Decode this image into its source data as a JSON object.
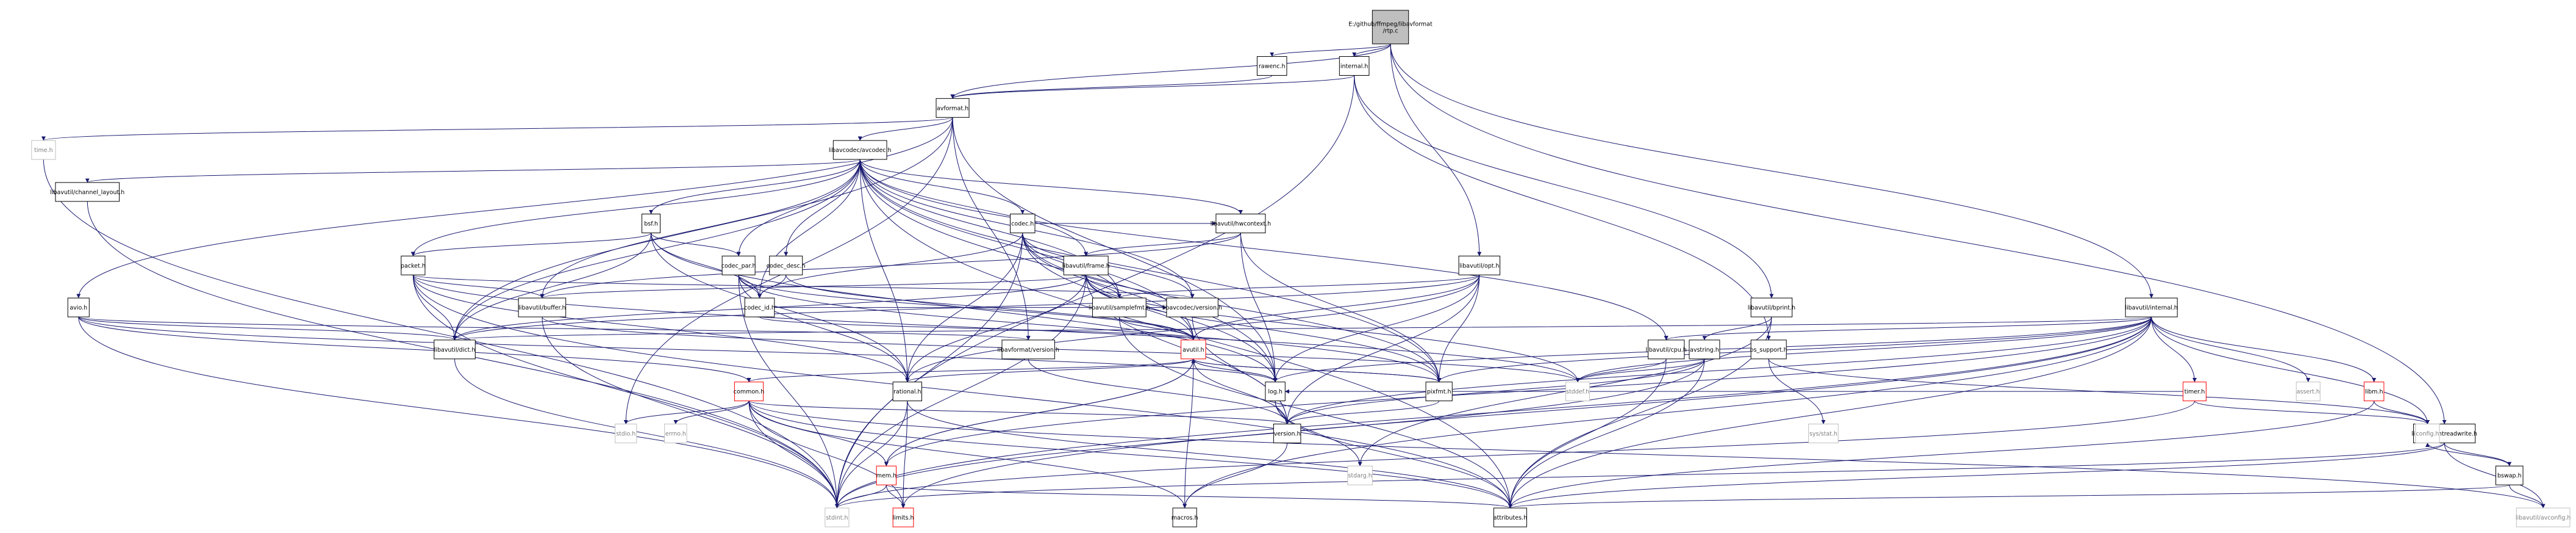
{
  "graph": {
    "type": "include-dependency-graph",
    "nodes": [
      {
        "id": "root",
        "label": "E:/github/ffmpeg/libavformat\n/rtp.c",
        "style": "focus"
      },
      {
        "id": "rawenc",
        "label": "rawenc.h"
      },
      {
        "id": "internal",
        "label": "internal.h"
      },
      {
        "id": "avformat",
        "label": "avformat.h"
      },
      {
        "id": "time",
        "label": "time.h",
        "style": "missing"
      },
      {
        "id": "avcodec",
        "label": "libavcodec/avcodec.h"
      },
      {
        "id": "chlayout",
        "label": "libavutil/channel_layout.h"
      },
      {
        "id": "avio",
        "label": "avio.h"
      },
      {
        "id": "bsf",
        "label": "bsf.h"
      },
      {
        "id": "packet",
        "label": "packet.h"
      },
      {
        "id": "codec",
        "label": "codec.h"
      },
      {
        "id": "hwcontext",
        "label": "libavutil/hwcontext.h"
      },
      {
        "id": "codecpar",
        "label": "codec_par.h"
      },
      {
        "id": "codecdesc",
        "label": "codec_desc.h"
      },
      {
        "id": "frame",
        "label": "libavutil/frame.h"
      },
      {
        "id": "buffer",
        "label": "libavutil/buffer.h"
      },
      {
        "id": "codecid",
        "label": "codec_id.h"
      },
      {
        "id": "samplefmt",
        "label": "libavutil/samplefmt.h"
      },
      {
        "id": "lavcversion",
        "label": "libavcodec/version.h"
      },
      {
        "id": "dict",
        "label": "libavutil/dict.h"
      },
      {
        "id": "lavfversion",
        "label": "libavformat/version.h"
      },
      {
        "id": "avutil",
        "label": "avutil.h",
        "style": "warn"
      },
      {
        "id": "opt",
        "label": "libavutil/opt.h"
      },
      {
        "id": "bprint",
        "label": "libavutil/bprint.h"
      },
      {
        "id": "avstring",
        "label": "avstring.h"
      },
      {
        "id": "cpu",
        "label": "libavutil/cpu.h"
      },
      {
        "id": "ossupport",
        "label": "os_support.h"
      },
      {
        "id": "lavuinternal",
        "label": "libavutil/internal.h"
      },
      {
        "id": "threadwrite",
        "label": "libavutil/intreadwrite.h"
      },
      {
        "id": "common",
        "label": "common.h",
        "style": "warn"
      },
      {
        "id": "rational",
        "label": "rational.h"
      },
      {
        "id": "log",
        "label": "log.h"
      },
      {
        "id": "pixfmt",
        "label": "pixfmt.h"
      },
      {
        "id": "stddef",
        "label": "stddef.h",
        "style": "missing"
      },
      {
        "id": "timer",
        "label": "timer.h",
        "style": "warn"
      },
      {
        "id": "assert",
        "label": "assert.h",
        "style": "missing"
      },
      {
        "id": "libm",
        "label": "libm.h",
        "style": "warn"
      },
      {
        "id": "config",
        "label": "config.h",
        "style": "missing"
      },
      {
        "id": "sysstat",
        "label": "sys/stat.h",
        "style": "missing"
      },
      {
        "id": "stdio",
        "label": "stdio.h",
        "style": "missing"
      },
      {
        "id": "errno",
        "label": "errno.h",
        "style": "missing"
      },
      {
        "id": "mem",
        "label": "mem.h",
        "style": "warn"
      },
      {
        "id": "version",
        "label": "version.h"
      },
      {
        "id": "stdarg",
        "label": "stdarg.h",
        "style": "missing"
      },
      {
        "id": "bswap",
        "label": "bswap.h"
      },
      {
        "id": "stdint",
        "label": "stdint.h",
        "style": "missing"
      },
      {
        "id": "limits",
        "label": "limits.h",
        "style": "warn"
      },
      {
        "id": "macros",
        "label": "macros.h"
      },
      {
        "id": "attributes",
        "label": "attributes.h"
      },
      {
        "id": "avconfig",
        "label": "libavutil/avconfig.h",
        "style": "missing"
      }
    ],
    "edges": [
      [
        "root",
        "rawenc"
      ],
      [
        "root",
        "internal"
      ],
      [
        "root",
        "avformat"
      ],
      [
        "root",
        "opt"
      ],
      [
        "root",
        "lavuinternal"
      ],
      [
        "root",
        "threadwrite"
      ],
      [
        "rawenc",
        "avformat"
      ],
      [
        "internal",
        "avformat"
      ],
      [
        "internal",
        "bprint"
      ],
      [
        "internal",
        "ossupport"
      ],
      [
        "internal",
        "stdint"
      ],
      [
        "avformat",
        "time"
      ],
      [
        "avformat",
        "avcodec"
      ],
      [
        "avformat",
        "avio"
      ],
      [
        "avformat",
        "dict"
      ],
      [
        "avformat",
        "log"
      ],
      [
        "avformat",
        "stdio"
      ],
      [
        "avformat",
        "lavfversion"
      ],
      [
        "time",
        "stdint"
      ],
      [
        "avcodec",
        "chlayout"
      ],
      [
        "avcodec",
        "bsf"
      ],
      [
        "avcodec",
        "packet"
      ],
      [
        "avcodec",
        "codec"
      ],
      [
        "avcodec",
        "hwcontext"
      ],
      [
        "avcodec",
        "codecpar"
      ],
      [
        "avcodec",
        "codecdesc"
      ],
      [
        "avcodec",
        "frame"
      ],
      [
        "avcodec",
        "buffer"
      ],
      [
        "avcodec",
        "codecid"
      ],
      [
        "avcodec",
        "samplefmt"
      ],
      [
        "avcodec",
        "lavcversion"
      ],
      [
        "avcodec",
        "dict"
      ],
      [
        "avcodec",
        "avutil"
      ],
      [
        "avcodec",
        "rational"
      ],
      [
        "avcodec",
        "log"
      ],
      [
        "avcodec",
        "pixfmt"
      ],
      [
        "avcodec",
        "cpu"
      ],
      [
        "avcodec",
        "attributes"
      ],
      [
        "chlayout",
        "stdint"
      ],
      [
        "avio",
        "dict"
      ],
      [
        "avio",
        "common"
      ],
      [
        "avio",
        "log"
      ],
      [
        "avio",
        "lavfversion"
      ],
      [
        "avio",
        "stdint"
      ],
      [
        "bsf",
        "packet"
      ],
      [
        "bsf",
        "codecpar"
      ],
      [
        "bsf",
        "codecid"
      ],
      [
        "bsf",
        "dict"
      ],
      [
        "bsf",
        "log"
      ],
      [
        "bsf",
        "rational"
      ],
      [
        "packet",
        "buffer"
      ],
      [
        "packet",
        "dict"
      ],
      [
        "packet",
        "rational"
      ],
      [
        "packet",
        "attributes"
      ],
      [
        "packet",
        "stddef"
      ],
      [
        "packet",
        "stdint"
      ],
      [
        "packet",
        "lavcversion"
      ],
      [
        "codec",
        "codecid"
      ],
      [
        "codec",
        "samplefmt"
      ],
      [
        "codec",
        "hwcontext"
      ],
      [
        "codec",
        "lavcversion"
      ],
      [
        "codec",
        "avutil"
      ],
      [
        "codec",
        "log"
      ],
      [
        "codec",
        "pixfmt"
      ],
      [
        "codec",
        "rational"
      ],
      [
        "codec",
        "stdint"
      ],
      [
        "hwcontext",
        "buffer"
      ],
      [
        "hwcontext",
        "frame"
      ],
      [
        "hwcontext",
        "log"
      ],
      [
        "hwcontext",
        "pixfmt"
      ],
      [
        "codecpar",
        "codecid"
      ],
      [
        "codecpar",
        "avutil"
      ],
      [
        "codecpar",
        "rational"
      ],
      [
        "codecpar",
        "pixfmt"
      ],
      [
        "codecpar",
        "stdint"
      ],
      [
        "codecdesc",
        "codecid"
      ],
      [
        "codecdesc",
        "avutil"
      ],
      [
        "frame",
        "avutil"
      ],
      [
        "frame",
        "buffer"
      ],
      [
        "frame",
        "dict"
      ],
      [
        "frame",
        "rational"
      ],
      [
        "frame",
        "samplefmt"
      ],
      [
        "frame",
        "pixfmt"
      ],
      [
        "frame",
        "version"
      ],
      [
        "frame",
        "stddef"
      ],
      [
        "frame",
        "stdint"
      ],
      [
        "buffer",
        "stddef"
      ],
      [
        "buffer",
        "stdint"
      ],
      [
        "codecid",
        "avutil"
      ],
      [
        "codecid",
        "lavcversion"
      ],
      [
        "samplefmt",
        "avutil"
      ],
      [
        "samplefmt",
        "attributes"
      ],
      [
        "lavcversion",
        "version"
      ],
      [
        "dict",
        "stdint"
      ],
      [
        "lavfversion",
        "version"
      ],
      [
        "avutil",
        "common"
      ],
      [
        "avutil",
        "rational"
      ],
      [
        "avutil",
        "version"
      ],
      [
        "avutil",
        "macros"
      ],
      [
        "avutil",
        "mem"
      ],
      [
        "avutil",
        "log"
      ],
      [
        "avutil",
        "pixfmt"
      ],
      [
        "opt",
        "avutil"
      ],
      [
        "opt",
        "dict"
      ],
      [
        "opt",
        "log"
      ],
      [
        "opt",
        "pixfmt"
      ],
      [
        "opt",
        "rational"
      ],
      [
        "opt",
        "samplefmt"
      ],
      [
        "opt",
        "version"
      ],
      [
        "bprint",
        "stdarg"
      ],
      [
        "bprint",
        "attributes"
      ],
      [
        "bprint",
        "avstring"
      ],
      [
        "avstring",
        "stddef"
      ],
      [
        "avstring",
        "stdint"
      ],
      [
        "avstring",
        "attributes"
      ],
      [
        "avstring",
        "version"
      ],
      [
        "cpu",
        "stddef"
      ],
      [
        "cpu",
        "attributes"
      ],
      [
        "ossupport",
        "config"
      ],
      [
        "ossupport",
        "sysstat"
      ],
      [
        "lavuinternal",
        "timer"
      ],
      [
        "lavuinternal",
        "assert"
      ],
      [
        "lavuinternal",
        "config"
      ],
      [
        "lavuinternal",
        "attributes"
      ],
      [
        "lavuinternal",
        "cpu"
      ],
      [
        "lavuinternal",
        "dict"
      ],
      [
        "lavuinternal",
        "macros"
      ],
      [
        "lavuinternal",
        "mem"
      ],
      [
        "lavuinternal",
        "pixfmt"
      ],
      [
        "lavuinternal",
        "version"
      ],
      [
        "lavuinternal",
        "libm"
      ],
      [
        "lavuinternal",
        "stdint"
      ],
      [
        "lavuinternal",
        "stddef"
      ],
      [
        "lavuinternal",
        "limits"
      ],
      [
        "lavuinternal",
        "log"
      ],
      [
        "threadwrite",
        "avconfig"
      ],
      [
        "threadwrite",
        "attributes"
      ],
      [
        "threadwrite",
        "bswap"
      ],
      [
        "threadwrite",
        "stdint"
      ],
      [
        "common",
        "errno"
      ],
      [
        "common",
        "stdio"
      ],
      [
        "common",
        "stdint"
      ],
      [
        "common",
        "limits"
      ],
      [
        "common",
        "attributes"
      ],
      [
        "common",
        "macros"
      ],
      [
        "common",
        "version"
      ],
      [
        "common",
        "mem"
      ],
      [
        "common",
        "avconfig"
      ],
      [
        "rational",
        "stdint"
      ],
      [
        "rational",
        "limits"
      ],
      [
        "rational",
        "attributes"
      ],
      [
        "log",
        "stdarg"
      ],
      [
        "log",
        "avutil"
      ],
      [
        "log",
        "attributes"
      ],
      [
        "log",
        "version"
      ],
      [
        "pixfmt",
        "avutil"
      ],
      [
        "pixfmt",
        "version"
      ],
      [
        "timer",
        "config"
      ],
      [
        "timer",
        "log"
      ],
      [
        "timer",
        "stdint"
      ],
      [
        "libm",
        "config"
      ],
      [
        "libm",
        "attributes"
      ],
      [
        "mem",
        "attributes"
      ],
      [
        "mem",
        "avutil"
      ],
      [
        "mem",
        "limits"
      ],
      [
        "mem",
        "stdint"
      ],
      [
        "version",
        "macros"
      ],
      [
        "bswap",
        "avconfig"
      ],
      [
        "bswap",
        "attributes"
      ],
      [
        "bswap",
        "config"
      ]
    ]
  }
}
